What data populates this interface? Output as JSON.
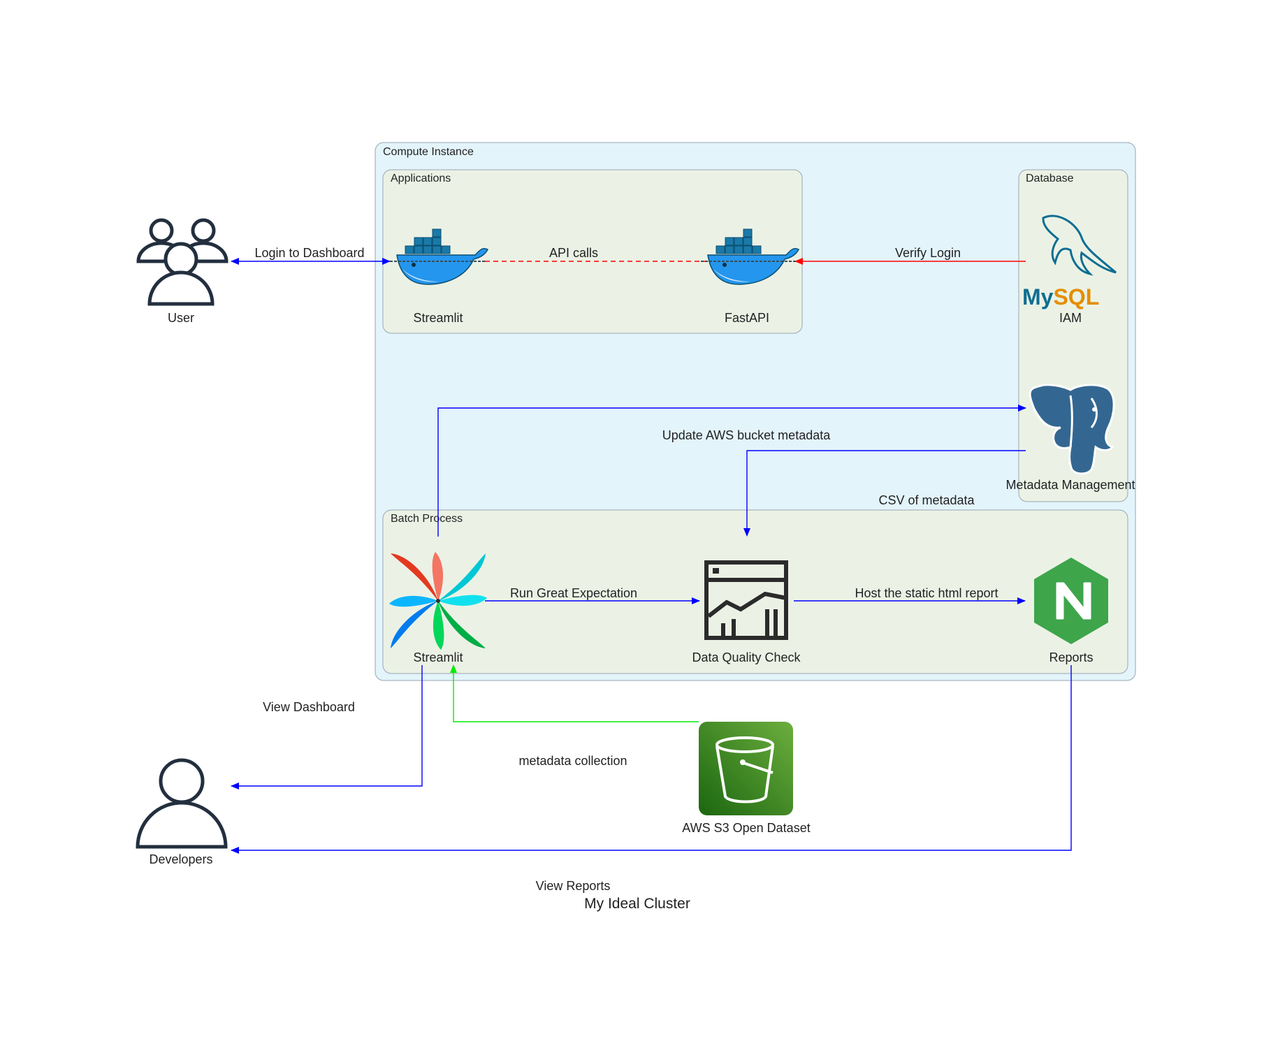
{
  "title": "My Ideal Cluster",
  "colors": {
    "blue_edge": "#0000ff",
    "red_edge": "#ff0000",
    "green_edge": "#00ee00",
    "compute_bg": "#e3f4fb",
    "group_bg": "#ebf2e5",
    "outline": "#9aa6b2"
  },
  "clusters": {
    "compute": "Compute Instance",
    "applications": "Applications",
    "database": "Database",
    "batch": "Batch Process"
  },
  "nodes": {
    "user": {
      "label": "User",
      "icon": "users-icon"
    },
    "streamlit_app": {
      "label": "Streamlit",
      "icon": "docker-icon"
    },
    "fastapi": {
      "label": "FastAPI",
      "icon": "docker-icon"
    },
    "iam": {
      "label": "IAM",
      "icon": "mysql-icon",
      "logo_text": "MySQL"
    },
    "metadata": {
      "label": "Metadata Management",
      "icon": "postgresql-icon"
    },
    "streamlit_batch": {
      "label": "Streamlit",
      "icon": "airflow-icon"
    },
    "dq": {
      "label": "Data Quality Check",
      "icon": "chart-window-icon"
    },
    "reports": {
      "label": "Reports",
      "icon": "nginx-icon"
    },
    "developers": {
      "label": "Developers",
      "icon": "user-icon"
    },
    "s3": {
      "label": "AWS S3 Open Dataset",
      "icon": "s3-bucket-icon"
    }
  },
  "edges": {
    "login": "Login to Dashboard",
    "api": "API calls",
    "verify": "Verify Login",
    "update": "Update AWS bucket metadata",
    "csv": "CSV of metadata",
    "run_ge": "Run Great Expectation",
    "host": "Host the static html report",
    "view_dash": "View Dashboard",
    "collect": "metadata collection",
    "view_reports": "View Reports"
  }
}
